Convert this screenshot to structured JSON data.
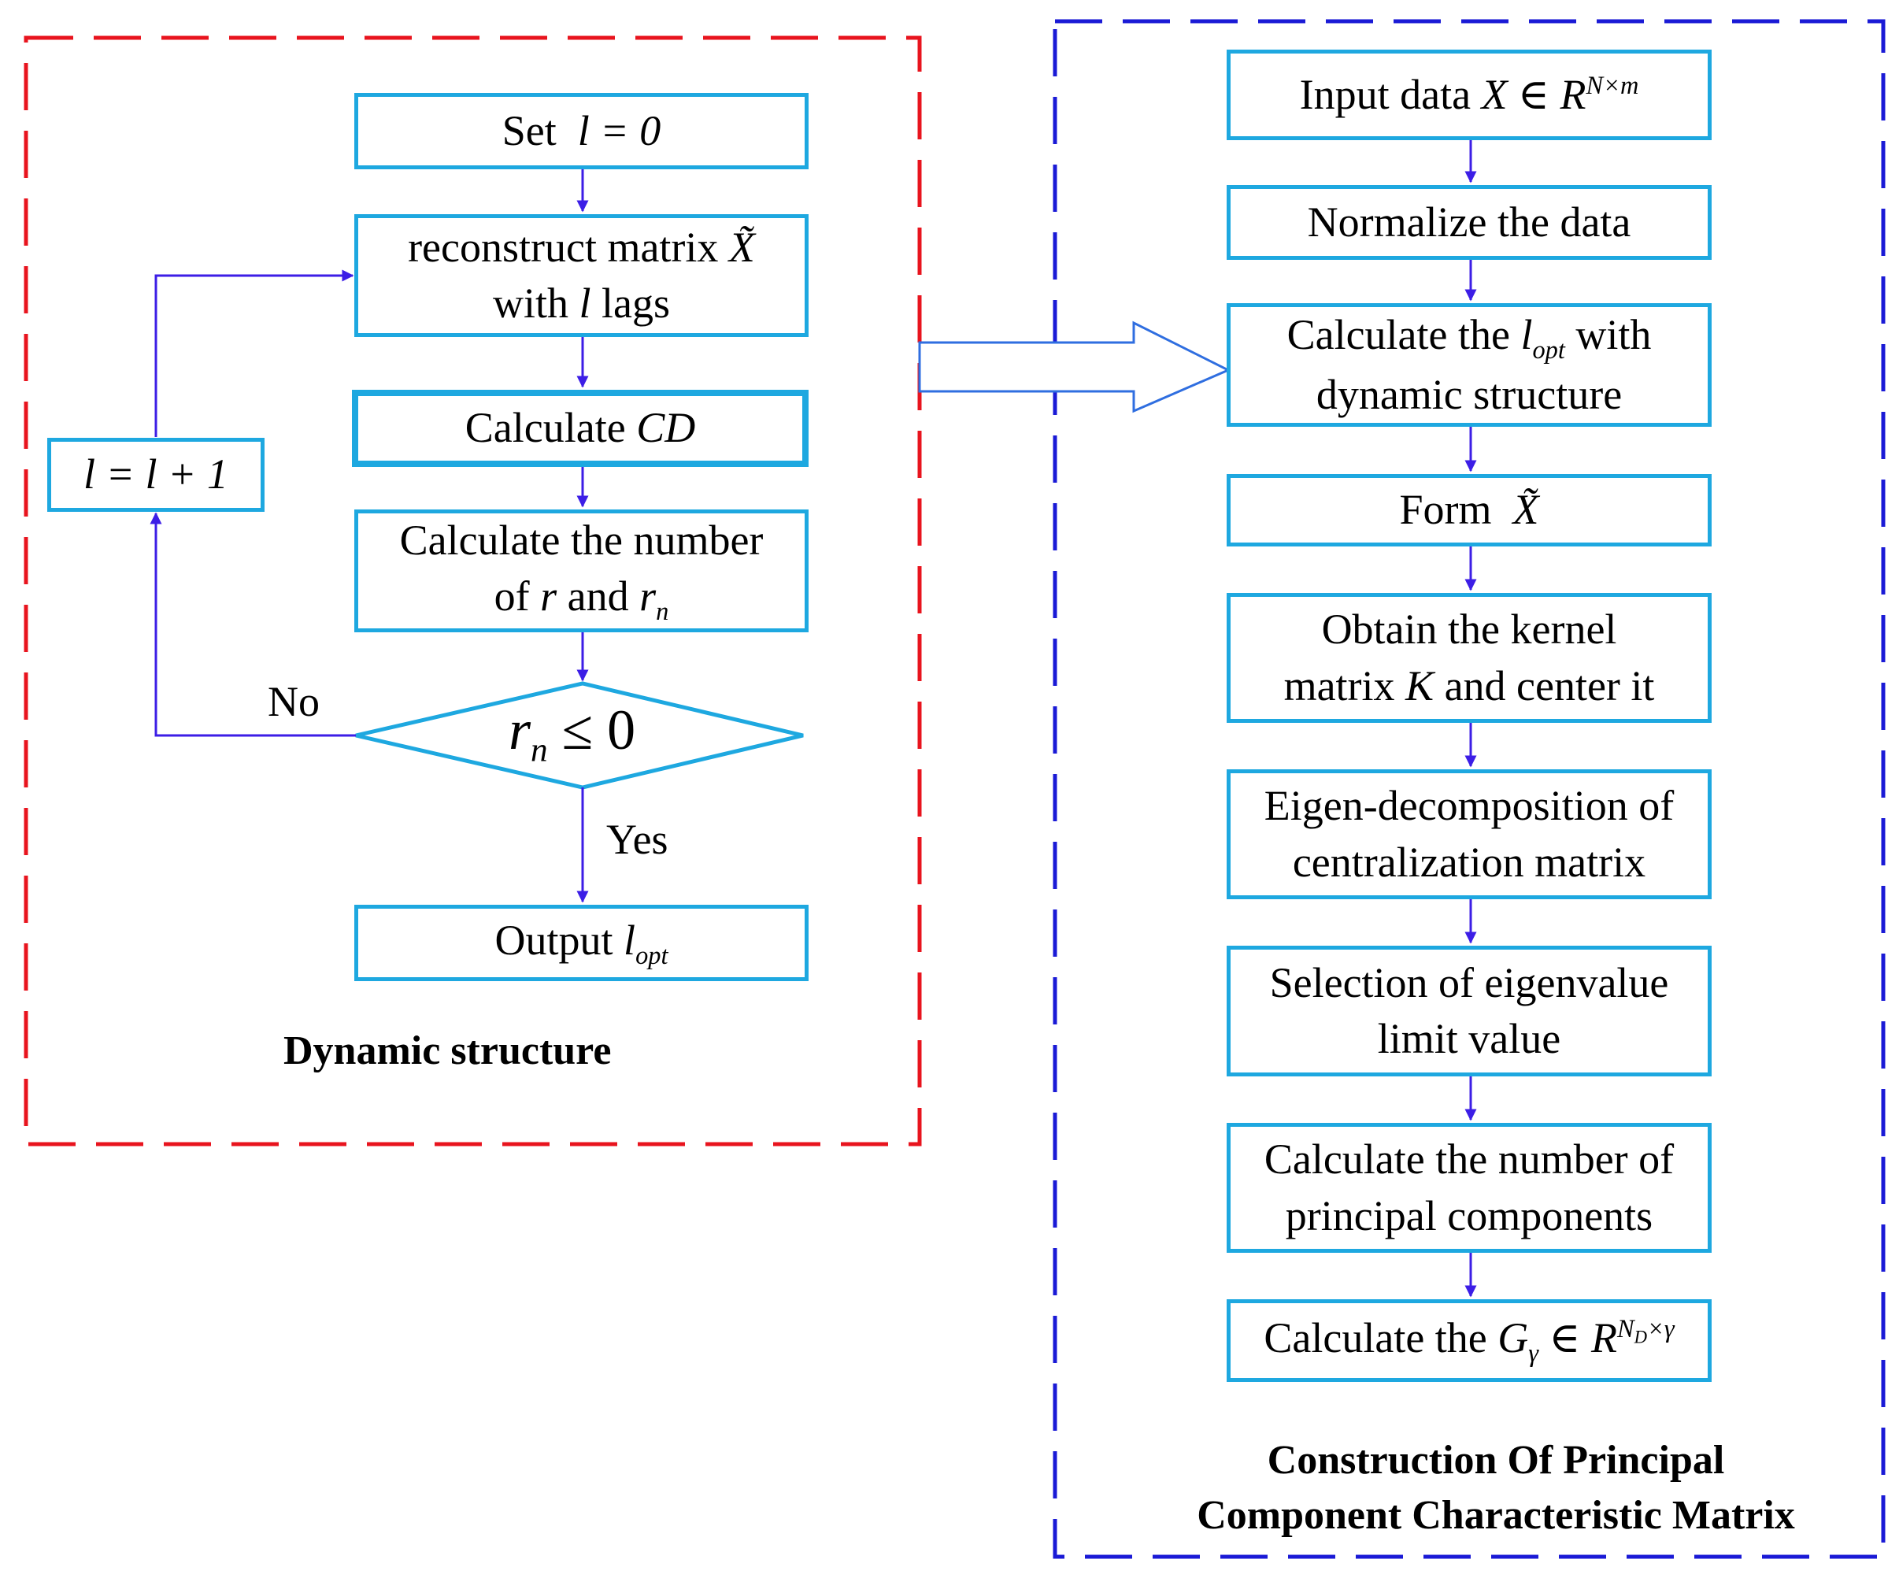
{
  "left_panel": {
    "title": "Dynamic structure",
    "set_box": {
      "text": "Set",
      "math": "l = 0"
    },
    "reconstruct_box": {
      "line1_text": "reconstruct matrix",
      "line1_math": "X̃",
      "line2_pre": "with",
      "line2_math": "l",
      "line2_post": "lags"
    },
    "calc_cd_box": {
      "text": "Calculate",
      "math": "CD"
    },
    "calc_r_box": {
      "line1": "Calculate the number",
      "line2_pre": "of",
      "line2_math1": "r",
      "line2_mid": "and",
      "line2_math2": "r",
      "line2_math2_sub": "n"
    },
    "decision": {
      "math": "r",
      "math_sub": "n",
      "op": "≤ 0"
    },
    "loop_box": {
      "math": "l = l + 1"
    },
    "no_label": "No",
    "yes_label": "Yes",
    "output_box": {
      "text": "Output",
      "math": "l",
      "math_sub": "opt"
    }
  },
  "right_panel": {
    "title_line1": "Construction Of Principal",
    "title_line2": "Component Characteristic Matrix",
    "steps": {
      "input": {
        "text": "Input data",
        "math": "X ∈ R",
        "sup": "N×m"
      },
      "normalize": {
        "text": "Normalize the data"
      },
      "calc_lopt": {
        "line1_pre": "Calculate the",
        "math": "l",
        "sub": "opt",
        "line1_post": "with",
        "line2": "dynamic structure"
      },
      "form": {
        "text": "Form",
        "math": "X̃"
      },
      "kernel": {
        "line1": "Obtain the kernel",
        "line2_pre": "matrix",
        "line2_math": "K",
        "line2_post": "and center it"
      },
      "eigen": {
        "line1": "Eigen-decomposition of",
        "line2": "centralization matrix"
      },
      "selection": {
        "line1": "Selection of eigenvalue",
        "line2": "limit value"
      },
      "num_pc": {
        "line1": "Calculate the number of",
        "line2": "principal components"
      },
      "calc_g": {
        "text": "Calculate the",
        "math_g": "G",
        "sub_g": "γ",
        "math_r": "∈ R",
        "sup": "N",
        "sup_sub": "D",
        "sup_tail": "×γ"
      }
    }
  },
  "colors": {
    "box_border": "#1ea8e0",
    "arrow": "#3c1ee6",
    "red_frame": "#e8141e",
    "blue_frame": "#1a1ad6",
    "big_arrow": "#2f6ee0"
  }
}
